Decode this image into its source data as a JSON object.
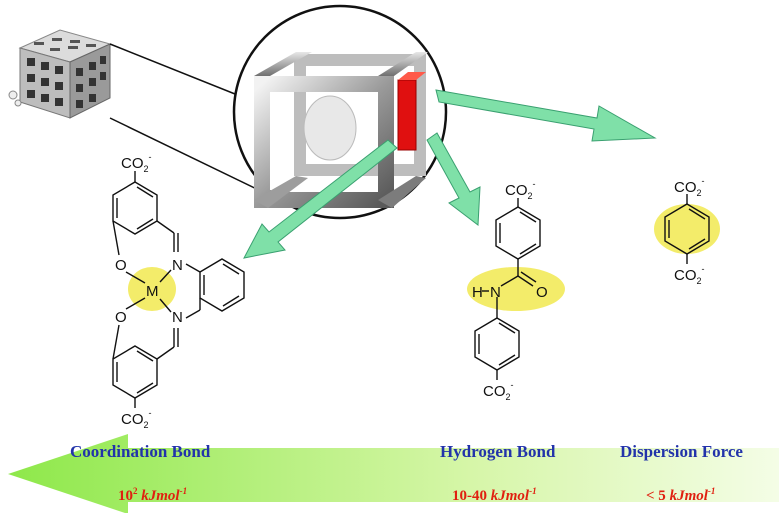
{
  "interactions": [
    {
      "name": "Coordination Bond",
      "energy_value": "10",
      "energy_exp": "2",
      "energy_unit": "kJmol",
      "energy_unit_exp": "-1"
    },
    {
      "name": "Hydrogen Bond",
      "energy_value": "10-40",
      "energy_unit": "kJmol",
      "energy_unit_exp": "-1"
    },
    {
      "name": "Dispersion Force",
      "energy_value": "< 5",
      "energy_unit": "kJmol",
      "energy_unit_exp": "-1"
    }
  ],
  "molecules": {
    "carboxylate": "CO",
    "carboxylate_sub": "2",
    "carboxylate_charge": "-",
    "metal": "M",
    "n1": "N",
    "n2": "N",
    "o1": "O",
    "o2": "O",
    "amide_h": "H",
    "amide_n": "N",
    "amide_o": "O"
  },
  "colors": {
    "arrow_green": "#7fe0a8",
    "arrow_edge": "#3aa070",
    "highlight_yellow": "#f3ec6a",
    "bottom_bar": "#c8f59a",
    "red_strut": "#e01010",
    "label_blue": "#2233aa",
    "energy_red": "#e02010"
  }
}
